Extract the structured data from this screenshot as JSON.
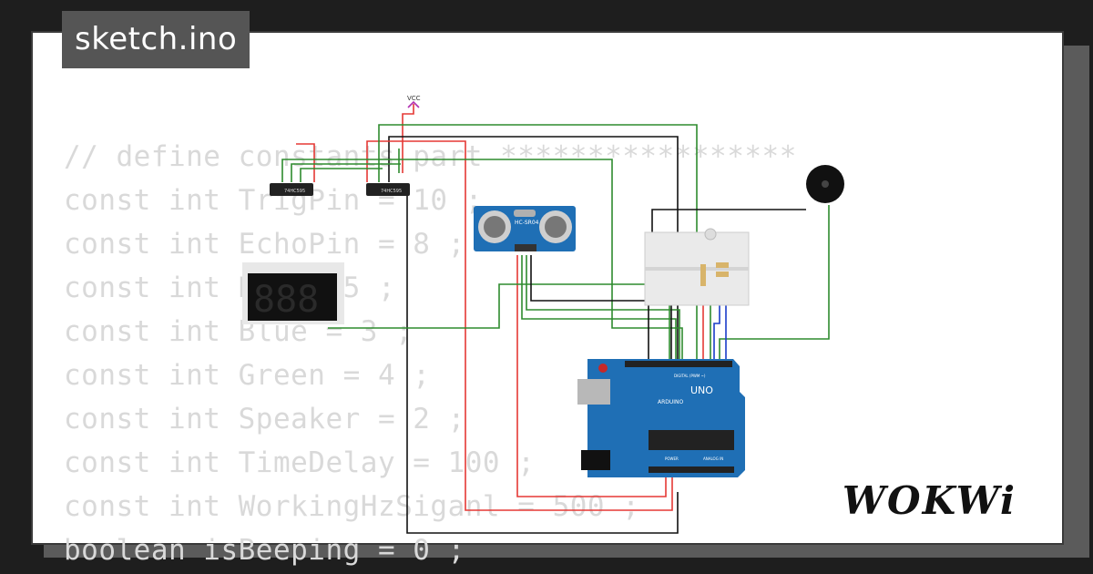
{
  "title": "sketch.ino",
  "code_lines": [
    "// define constants part *****************",
    "const int TrigPin = 10 ;",
    "const int EchoPin = 8 ;",
    "const int Red = 5 ;",
    "const int Blue = 3 ;",
    "const int Green = 4 ;",
    "const int Speaker = 2 ;",
    "const int TimeDelay = 100 ;",
    "const int WorkingHzSiganl = 500 ;",
    "boolean isBeeping = 0 ;"
  ],
  "logo": "WOKWi",
  "components": {
    "vcc_label": "VCC",
    "shift_register_label": "74HC595",
    "ultrasonic_label": "HC-SR04",
    "arduino_label": "UNO",
    "arduino_brand": "ARDUINO",
    "digital_label": "DIGITAL (PWM ~)",
    "analog_label": "ANALOG IN",
    "power_label": "POWER",
    "display_digits": "888"
  },
  "colors": {
    "background": "#1e1e1e",
    "card": "#ffffff",
    "title_tag": "#555555",
    "arduino_blue": "#1f6fb5",
    "wire_red": "#e53935",
    "wire_green": "#2e8b2e",
    "wire_black": "#111111",
    "wire_blue": "#1a3cc9",
    "wire_vcc": "#b030b0"
  }
}
